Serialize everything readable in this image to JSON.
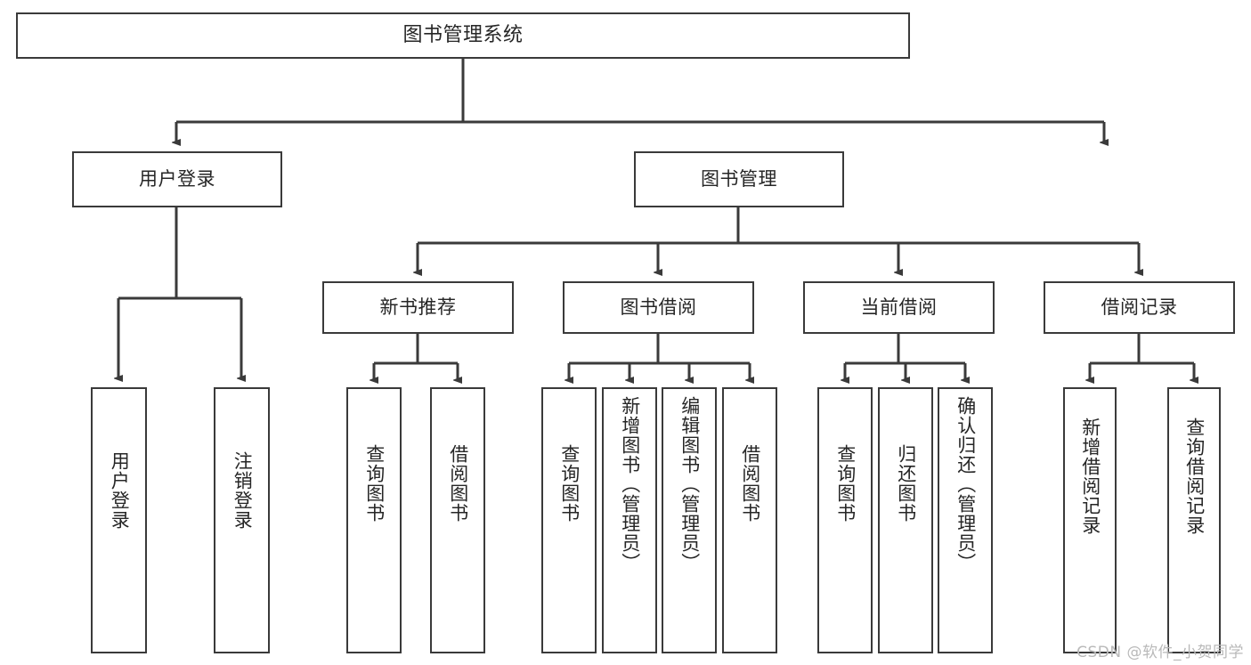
{
  "diagram": {
    "type": "tree-hierarchy-chart",
    "title": "图书管理系统",
    "watermark": "CSDN @软件_小贺同学",
    "colors": {
      "box_border": "#3a3a3a",
      "box_fill": "#ffffff",
      "connector": "#3a3a3a",
      "text": "#262626",
      "watermark": "#b9b9b9",
      "background": "#ffffff"
    },
    "nodes": {
      "root": {
        "label": "图书管理系统",
        "level": 1,
        "orientation": "horizontal"
      },
      "level2": [
        {
          "id": "user-login",
          "label": "用户登录",
          "orientation": "horizontal"
        },
        {
          "id": "book-management",
          "label": "图书管理",
          "orientation": "horizontal"
        }
      ],
      "level3": [
        {
          "id": "new-book-recommend",
          "label": "新书推荐",
          "orientation": "horizontal",
          "parent": "book-management"
        },
        {
          "id": "book-borrow",
          "label": "图书借阅",
          "orientation": "horizontal",
          "parent": "book-management"
        },
        {
          "id": "current-borrow",
          "label": "当前借阅",
          "orientation": "horizontal",
          "parent": "book-management"
        },
        {
          "id": "borrow-record",
          "label": "借阅记录",
          "orientation": "horizontal",
          "parent": "book-management"
        }
      ],
      "leaves": [
        {
          "id": "leaf-user-login",
          "label": "用户登录",
          "parent": "user-login",
          "orientation": "vertical"
        },
        {
          "id": "leaf-user-logout",
          "label": "注销登录",
          "parent": "user-login",
          "orientation": "vertical"
        },
        {
          "id": "leaf-query-book-1",
          "label": "查询图书",
          "parent": "new-book-recommend",
          "orientation": "vertical"
        },
        {
          "id": "leaf-borrow-book-1",
          "label": "借阅图书",
          "parent": "new-book-recommend",
          "orientation": "vertical"
        },
        {
          "id": "leaf-query-book-2",
          "label": "查询图书",
          "parent": "book-borrow",
          "orientation": "vertical"
        },
        {
          "id": "leaf-add-book",
          "label": "新增图书（管理员）",
          "parent": "book-borrow",
          "orientation": "vertical"
        },
        {
          "id": "leaf-edit-book",
          "label": "编辑图书（管理员）",
          "parent": "book-borrow",
          "orientation": "vertical"
        },
        {
          "id": "leaf-borrow-book-2",
          "label": "借阅图书",
          "parent": "book-borrow",
          "orientation": "vertical"
        },
        {
          "id": "leaf-query-book-3",
          "label": "查询图书",
          "parent": "current-borrow",
          "orientation": "vertical"
        },
        {
          "id": "leaf-return-book",
          "label": "归还图书",
          "parent": "current-borrow",
          "orientation": "vertical"
        },
        {
          "id": "leaf-confirm-return",
          "label": "确认归还（管理员）",
          "parent": "current-borrow",
          "orientation": "vertical"
        },
        {
          "id": "leaf-add-record",
          "label": "新增借阅记录",
          "parent": "borrow-record",
          "orientation": "vertical"
        },
        {
          "id": "leaf-query-record",
          "label": "查询借阅记录",
          "parent": "borrow-record",
          "orientation": "vertical"
        }
      ]
    }
  }
}
